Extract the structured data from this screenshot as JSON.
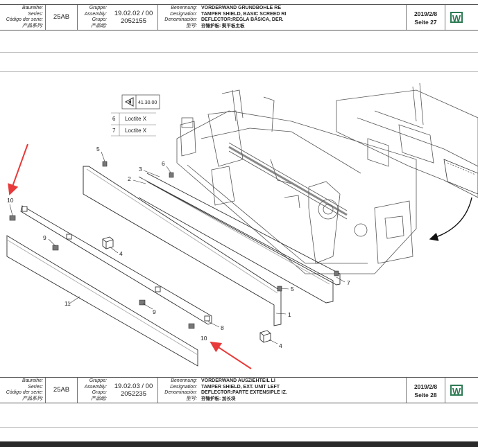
{
  "header_top": {
    "series_labels": [
      "Baureihe:",
      "Series:",
      "Código der serie:",
      "产品系列:"
    ],
    "series_value": "25AB",
    "group_labels": [
      "Gruppe:",
      "Assembly:",
      "Grupo:",
      "产品组:"
    ],
    "assembly": "19.02.02 / 00",
    "group_no": "2052155",
    "name_labels": [
      "Benennung:",
      "Designation:",
      "Denominación:",
      "型号:"
    ],
    "name_lines": [
      "VORDERWAND GRUNDBOHLE RE",
      "TAMPER SHIELD, BASIC SCREED RI",
      "DEFLECTOR:REGLA BÁSICA, DER.",
      "夯锤护板: 熨平板主板"
    ],
    "date": "2019/2/8",
    "page": "Seite 27",
    "logo": "W"
  },
  "header_bottom": {
    "series_labels": [
      "Baureihe:",
      "Series:",
      "Código der serie:",
      "产品系列:"
    ],
    "series_value": "25AB",
    "group_labels": [
      "Gruppe:",
      "Assembly:",
      "Grupo:",
      "产品组:"
    ],
    "assembly": "19.02.03 / 00",
    "group_no": "2052235",
    "name_labels": [
      "Benennung:",
      "Designation:",
      "Denominación:",
      "型号:"
    ],
    "name_lines": [
      "VORDERWAND AUSZIEHTEIL LI",
      "TAMPER SHIELD, EXT. UNIT LEFT",
      "DEFLECTOR:PARTE EXTENSIPLE IZ.",
      "夯锤护板: 加长块"
    ],
    "date": "2019/2/8",
    "page": "Seite 28",
    "logo": "W"
  },
  "legend": {
    "ref": "41.30.00",
    "rows": [
      {
        "num": "6",
        "text": "Loctite X"
      },
      {
        "num": "7",
        "text": "Loctite X"
      }
    ]
  },
  "callouts": [
    "1",
    "2",
    "3",
    "4",
    "4",
    "5",
    "5",
    "6",
    "7",
    "8",
    "9",
    "9",
    "10",
    "10",
    "11"
  ],
  "colors": {
    "arrow": "#e83a3a",
    "logo": "#2e7a54"
  }
}
